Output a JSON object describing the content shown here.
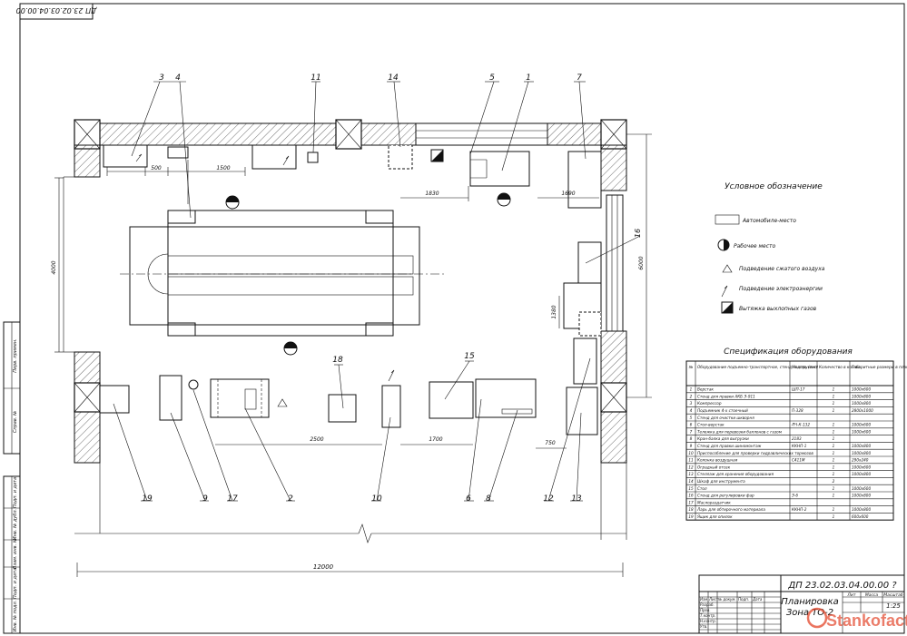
{
  "stamp_top": "ДП 23.02.03.04.00.00",
  "doc_code": "ДП 23.02.03.04.00.00 ?",
  "drawing_title_line1": "Планировка",
  "drawing_title_line2": "Зона ТО-2",
  "scale": "1:25",
  "title_headers": {
    "lit": "Лит",
    "mass": "Масса",
    "scale": "Масштаб"
  },
  "title_rows": [
    "Изм",
    "Лист",
    "№ докум.",
    "Подп.",
    "Дата",
    "Разраб.",
    "Пров.",
    "Т.контр.",
    "Н.контр.",
    "Утв."
  ],
  "side_labels": [
    "Перв. примен.",
    "Справ. №",
    "Подп. и дата",
    "Инв. № дубл.",
    "Взам. инв. №",
    "Подп. и дата",
    "Инв. № подл."
  ],
  "legend_title": "Условное обозначение",
  "legend": [
    {
      "label": "Автомобиле-место"
    },
    {
      "label": "Рабочее место"
    },
    {
      "label": "Подведение сжатого воздуха"
    },
    {
      "label": "Подведение электроэнергии"
    },
    {
      "label": "Вытяжка выхлопных газов"
    }
  ],
  "spec_title": "Спецификация оборудования",
  "spec_headers": [
    "№",
    "Оборудование подъемно-транспортное, стенд, инструмент",
    "Модель (тип)",
    "Количество в кол-во",
    "Габаритные размеры в плане (мм)"
  ],
  "spec_rows": [
    [
      "1",
      "Верстак",
      "ШП-17",
      "1",
      "1000х600"
    ],
    [
      "2",
      "Стенд для правки АКБ Э-911",
      "",
      "1",
      "1000х800"
    ],
    [
      "3",
      "Компрессор",
      "",
      "1",
      "1000х800"
    ],
    [
      "4",
      "Подъемник 4-х стоечный",
      "П-328",
      "1",
      "2800х1000"
    ],
    [
      "5",
      "Стенд для очистки шкворня",
      "",
      "",
      ""
    ],
    [
      "6",
      "Стол-верстак",
      "ЛЧ-К-132",
      "1",
      "1000х600"
    ],
    [
      "7",
      "Тележка для перевозки баллонов с газом",
      "",
      "1",
      "1000х600"
    ],
    [
      "8",
      "Кран-балка для выгрузки",
      "2183",
      "1",
      ""
    ],
    [
      "9",
      "Стенд для правки шиномонтаж",
      "ККНП-1",
      "1",
      "1000х800"
    ],
    [
      "10",
      "Приспособление для проверки гидравлических тормозов",
      "",
      "1",
      "1000х800"
    ],
    [
      "11",
      "Колонка воздушная",
      "С411М",
      "1",
      "290х240"
    ],
    [
      "12",
      "Оградный отсек",
      "",
      "1",
      "1000х600"
    ],
    [
      "13",
      "Стеллаж для хранения оборудования",
      "",
      "1",
      "1000х800"
    ],
    [
      "14",
      "Шкаф для инструмента",
      "",
      "2",
      ""
    ],
    [
      "15",
      "Стол",
      "",
      "1",
      "1000х600"
    ],
    [
      "16",
      "Стенд для регулировки фар",
      "Э-6",
      "1",
      "1000х800"
    ],
    [
      "17",
      "Маслораздатчик",
      "",
      "",
      ""
    ],
    [
      "18",
      "Ларь для обтирочного материала",
      "ККНП-2",
      "1",
      "1000х800"
    ],
    [
      "19",
      "Ящик для опилок",
      "",
      "1",
      "600х600"
    ]
  ],
  "equip_labels": [
    "3",
    "4",
    "11",
    "14",
    "5",
    "1",
    "7",
    "16",
    "18",
    "15",
    "19",
    "9",
    "17",
    "2",
    "10",
    "6",
    "8",
    "12",
    "13"
  ],
  "dims": {
    "d500": "500",
    "d1500": "1500",
    "d1830": "1830",
    "d1690": "1690",
    "d4000": "4000",
    "d6000": "6000",
    "d1380": "1380",
    "d2500": "2500",
    "d1700": "1700",
    "d750": "750",
    "d12000": "12000"
  },
  "watermark": "Stankofactory"
}
